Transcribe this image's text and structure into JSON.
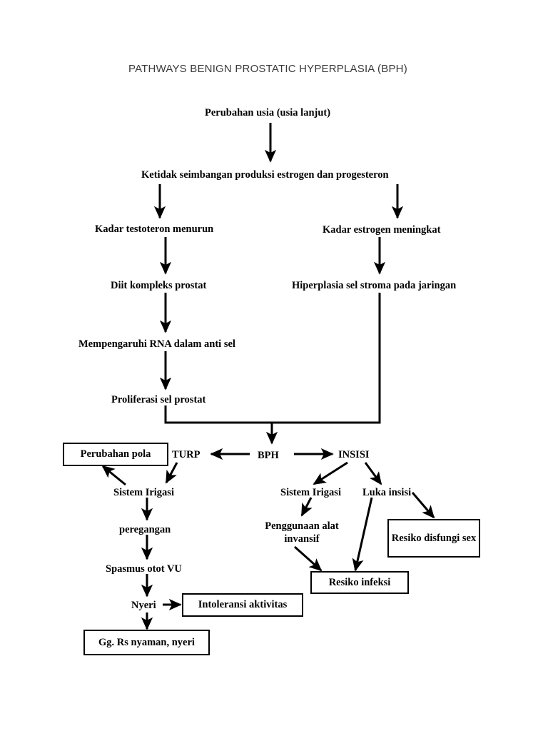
{
  "page": {
    "title": "PATHWAYS BENIGN PROSTATIC HYPERPLASIA (BPH)",
    "background_color": "#ffffff",
    "line_color": "#000000",
    "title_color": "#3b3b3b"
  },
  "nodes": {
    "usia": "Perubahan usia  (usia lanjut)",
    "ketidak_seimbangan": "Ketidak seimbangan produksi estrogen dan progesteron",
    "testoteron": "Kadar testoteron menurun",
    "estrogen": "Kadar estrogen meningkat",
    "diit": "Diit kompleks prostat",
    "hiperplasia": "Hiperplasia sel stroma pada jaringan",
    "rna": "Mempengaruhi RNA dalam anti sel",
    "proliferasi": "Proliferasi sel prostat",
    "bph": "BPH",
    "turp": "TURP",
    "insisi": "INSISI",
    "perubahan_pola": "Perubahan pola",
    "sistem_irigasi_kiri": "Sistem Irigasi",
    "peregangan": "peregangan",
    "spasmus": "Spasmus otot VU",
    "nyeri": "Nyeri",
    "intoleransi": "Intoleransi aktivitas",
    "gg_rs_nyaman": "Gg. Rs nyaman, nyeri",
    "sistem_irigasi_kanan": "Sistem Irigasi",
    "penggunaan_alat": "Penggunaan alat invansif",
    "luka_insisi": "Luka insisi",
    "resiko_infeksi": "Resiko infeksi",
    "resiko_disfungi": "Resiko disfungi sex"
  }
}
